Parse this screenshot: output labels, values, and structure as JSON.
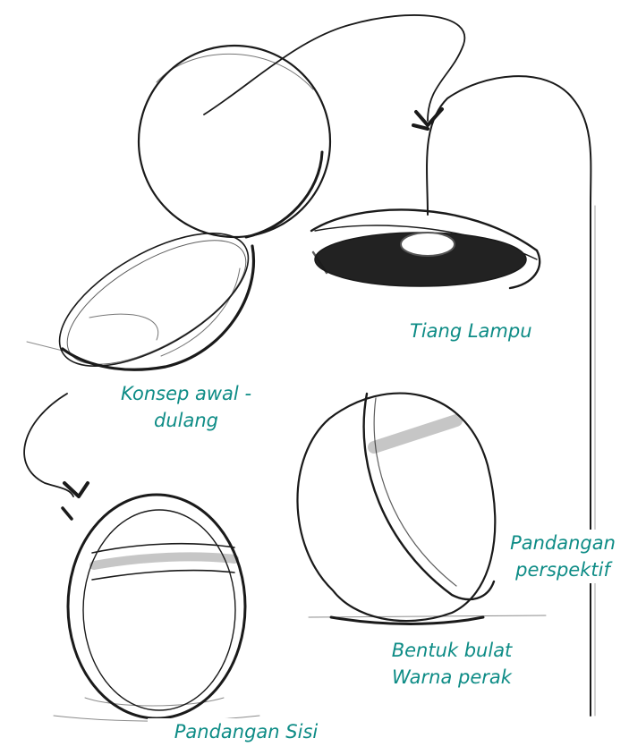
{
  "caption_color": "#0e8c86",
  "sketch_color": "#1a1a1a",
  "captions": {
    "tiang_lampu": {
      "lines": [
        "Tiang Lampu"
      ]
    },
    "konsep_awal": {
      "lines": [
        "Konsep awal -",
        "dulang"
      ]
    },
    "perspektif": {
      "lines": [
        "Pandangan",
        "perspektif"
      ]
    },
    "bentuk": {
      "lines": [
        "Bentuk bulat",
        "Warna perak"
      ]
    },
    "sisi": {
      "lines": [
        "Pandangan Sisi"
      ]
    }
  },
  "icons": {
    "arrow_top": "arrowhead-icon",
    "arrow_left": "arrowhead-icon"
  }
}
